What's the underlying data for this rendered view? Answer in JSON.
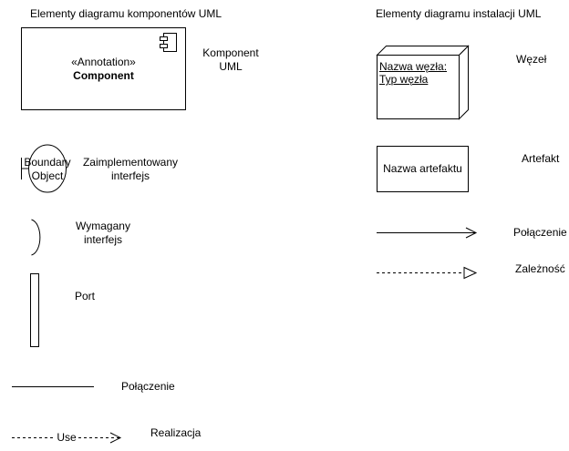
{
  "component_section": {
    "title": "Elementy diagramu komponentów UML",
    "component": {
      "stereotype": "«Annotation»",
      "name": "Component",
      "caption_line1": "Komponent",
      "caption_line2": "UML"
    },
    "provided_interface": {
      "symbol_line1": "Boundary",
      "symbol_line2": "Object",
      "caption_line1": "Zaimplementowany",
      "caption_line2": "interfejs"
    },
    "required_interface": {
      "caption_line1": "Wymagany",
      "caption_line2": "interfejs"
    },
    "port": {
      "caption": "Port"
    },
    "connection": {
      "caption": "Połączenie"
    },
    "realization": {
      "edge_label": "Use",
      "caption": "Realizacja"
    }
  },
  "deployment_section": {
    "title": "Elementy diagramu instalacji UML",
    "node": {
      "line1": "Nazwa węzła:",
      "line2": "Typ węzła",
      "caption": "Węzeł"
    },
    "artifact": {
      "text": "Nazwa artefaktu",
      "caption": "Artefakt"
    },
    "connection": {
      "caption": "Połączenie"
    },
    "dependency": {
      "caption": "Zależność"
    }
  }
}
